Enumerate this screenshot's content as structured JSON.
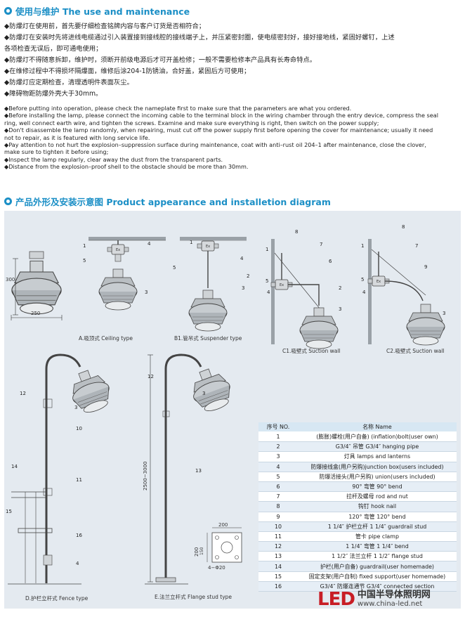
{
  "section1": {
    "title": "使用与维护 The use and maintenance"
  },
  "cn_items": [
    "◆防爆灯在使用前，首先要仔细检查铭牌内容与客户订货是否相符合；",
    "◆防爆灯在安装时先将进线电缆通过引入装置接到接线腔的接线端子上，并压紧密封圈，使电缆密封好，接好接地线，紧固好螺钉，上述",
    "   各项检查无误后，即可通电使用；",
    "◆防爆灯不得随意拆卸，维护时，须断开前级电源后才可开盖检修；一般不需要检修本产品具有长寿命特点。",
    "◆在维修过程中不得损坏隔爆面，维修后涂204-1防锈油，合好盖，紧固后方可使用；",
    "◆防爆灯应定期检查，清理透明件表面灰尘。",
    "◆障碍物距防爆外壳大于30mm。"
  ],
  "en_items": [
    "◆Before putting into operation, please check the nameplate first to make sure that the parameters are what you ordered.",
    "◆Before installing the lamp, please connect the incoming cable to the terminal block in the wiring chamber through the entry device, compress the seal",
    "  ring, well connect earth wire, and tighten the screws. Examine and make sure everything is right, then switch on the power supply;",
    "◆Don't disassemble the lamp randomly, when repairing, must cut off the power supply first before opening the cover for maintenance; usually it need",
    "  not to repair, as it is featured with long service life.",
    "◆Pay attention to not hurt the explosion–suppression surface during maintenance, coat with anti–rust oil 204–1 after maintenance, close the clover,",
    "  make sure to tighten it before using;",
    "◆Inspect the lamp regularly, clear away the dust from the transparent parts.",
    "◆Distance from the explosion–proof shell to the obstacle should be more than 30mm."
  ],
  "section2": {
    "title": "产品外形及安装示意图 Product appearance and installetion diagram"
  },
  "captions": {
    "a": "A.吸顶式 Ceiling type",
    "b1": "B1.管吊式 Suspender type",
    "c1": "C1.吸壁式  Suction wall",
    "c2": "C2.吸壁式  Suction wall",
    "d": "D.护栏立杆式  Fence type",
    "e": "E.法兰立杆式  Flange stud type"
  },
  "dims": {
    "h300": "300",
    "w250": "250",
    "h2500": "2500~3000",
    "w200": "200",
    "w150": "150",
    "h200": "200",
    "holes": "4−Φ20"
  },
  "callouts": [
    "1",
    "2",
    "3",
    "4",
    "5",
    "6",
    "7",
    "8",
    "9",
    "10",
    "11",
    "12",
    "13",
    "14",
    "15",
    "16"
  ],
  "table": {
    "head_no": "序号 NO.",
    "head_name": "名称 Name",
    "rows": [
      {
        "no": "1",
        "name": "(膨胀)螺栓(用户自备) (inflation)bolt(user own)"
      },
      {
        "no": "2",
        "name": "G3/4″ 吊管  G3/4″ hanging pipe"
      },
      {
        "no": "3",
        "name": "灯具  lamps and lanterns"
      },
      {
        "no": "4",
        "name": "防爆接线盒(用户另购)junction box(users included)"
      },
      {
        "no": "5",
        "name": "防爆活接头(用户另购) union(users included)"
      },
      {
        "no": "6",
        "name": "90° 弯管  90° bend"
      },
      {
        "no": "7",
        "name": "拉杆及螺母 rod and nut"
      },
      {
        "no": "8",
        "name": "钩钉  hook nail"
      },
      {
        "no": "9",
        "name": "120° 弯管  120° bend"
      },
      {
        "no": "10",
        "name": "1 1/4″ 护栏立杆  1 1/4″ guardrail stud"
      },
      {
        "no": "11",
        "name": "管卡  pipe clamp"
      },
      {
        "no": "12",
        "name": "1 1/4″ 弯管  1 1/4″ bend"
      },
      {
        "no": "13",
        "name": "1 1/2″ 法兰立杆  1 1/2″ flange stud"
      },
      {
        "no": "14",
        "name": "护栏(用户自备)  guardrail(user homemade)"
      },
      {
        "no": "15",
        "name": "固定支架(用户自制) fixed support(user homemade)"
      },
      {
        "no": "16",
        "name": "G3/4″ 防爆连通节  G3/4″ connected section"
      }
    ]
  },
  "logo": {
    "mark": "LED",
    "name": "中国半导体照明网",
    "url": "www.china-led.net"
  }
}
